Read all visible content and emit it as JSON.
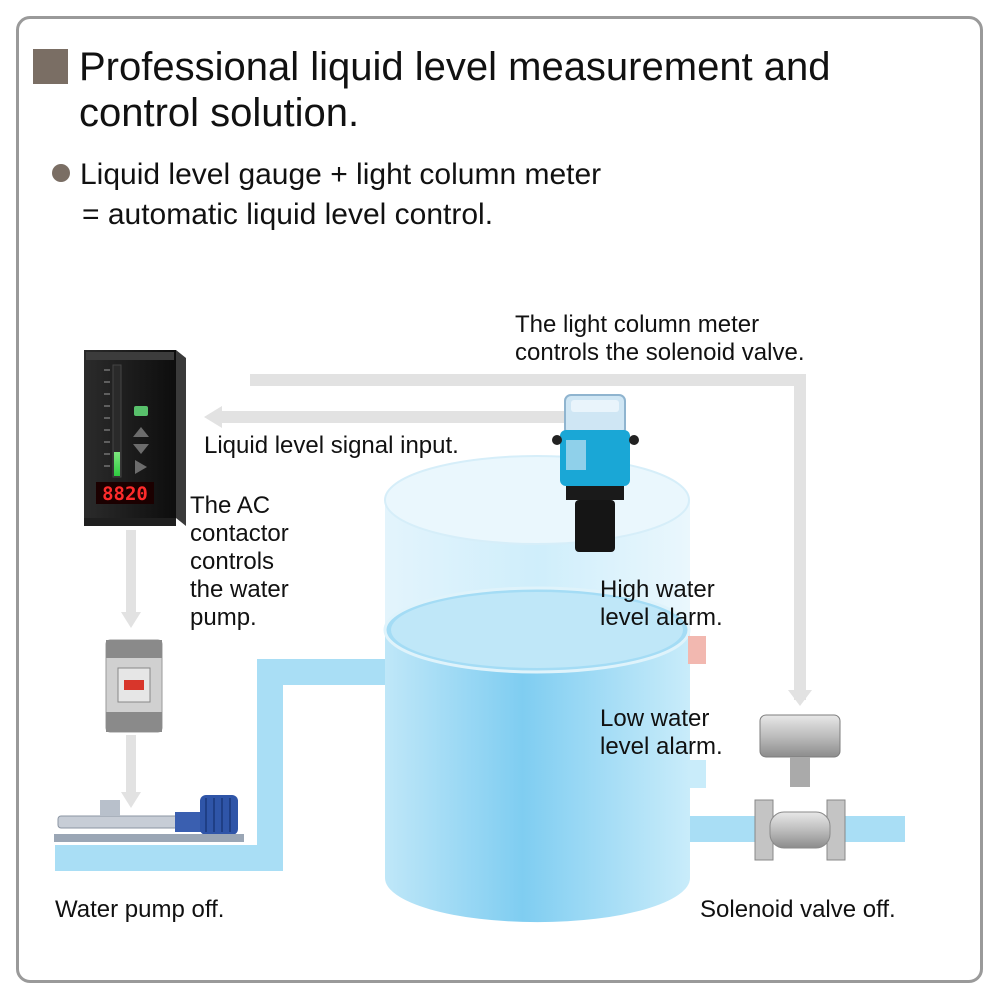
{
  "heading": {
    "title": "Professional liquid level measurement and control solution.",
    "subtitle_line1": "Liquid level gauge + light column meter",
    "subtitle_line2": "= automatic liquid level control."
  },
  "labels": {
    "meter_controls_valve_line1": "The light column meter",
    "meter_controls_valve_line2": "controls the solenoid valve.",
    "signal_input": "Liquid level signal input.",
    "contactor_line1": "The AC",
    "contactor_line2": "contactor",
    "contactor_line3": "controls",
    "contactor_line4": "the water",
    "contactor_line5": "pump.",
    "high_alarm_line1": "High water",
    "high_alarm_line2": "level alarm.",
    "low_alarm_line1": "Low water",
    "low_alarm_line2": "level alarm.",
    "pump_off": "Water pump off.",
    "valve_off": "Solenoid valve off."
  },
  "meter_display": {
    "digits": "8820"
  },
  "colors": {
    "title_square": "#7a6e64",
    "water": "#8fd3f4",
    "pipe": "#a9def5",
    "signal_line": "#e4e4e4",
    "sensor_body": "#1aa7d6",
    "alarm_marker": "#f2b8b0"
  }
}
